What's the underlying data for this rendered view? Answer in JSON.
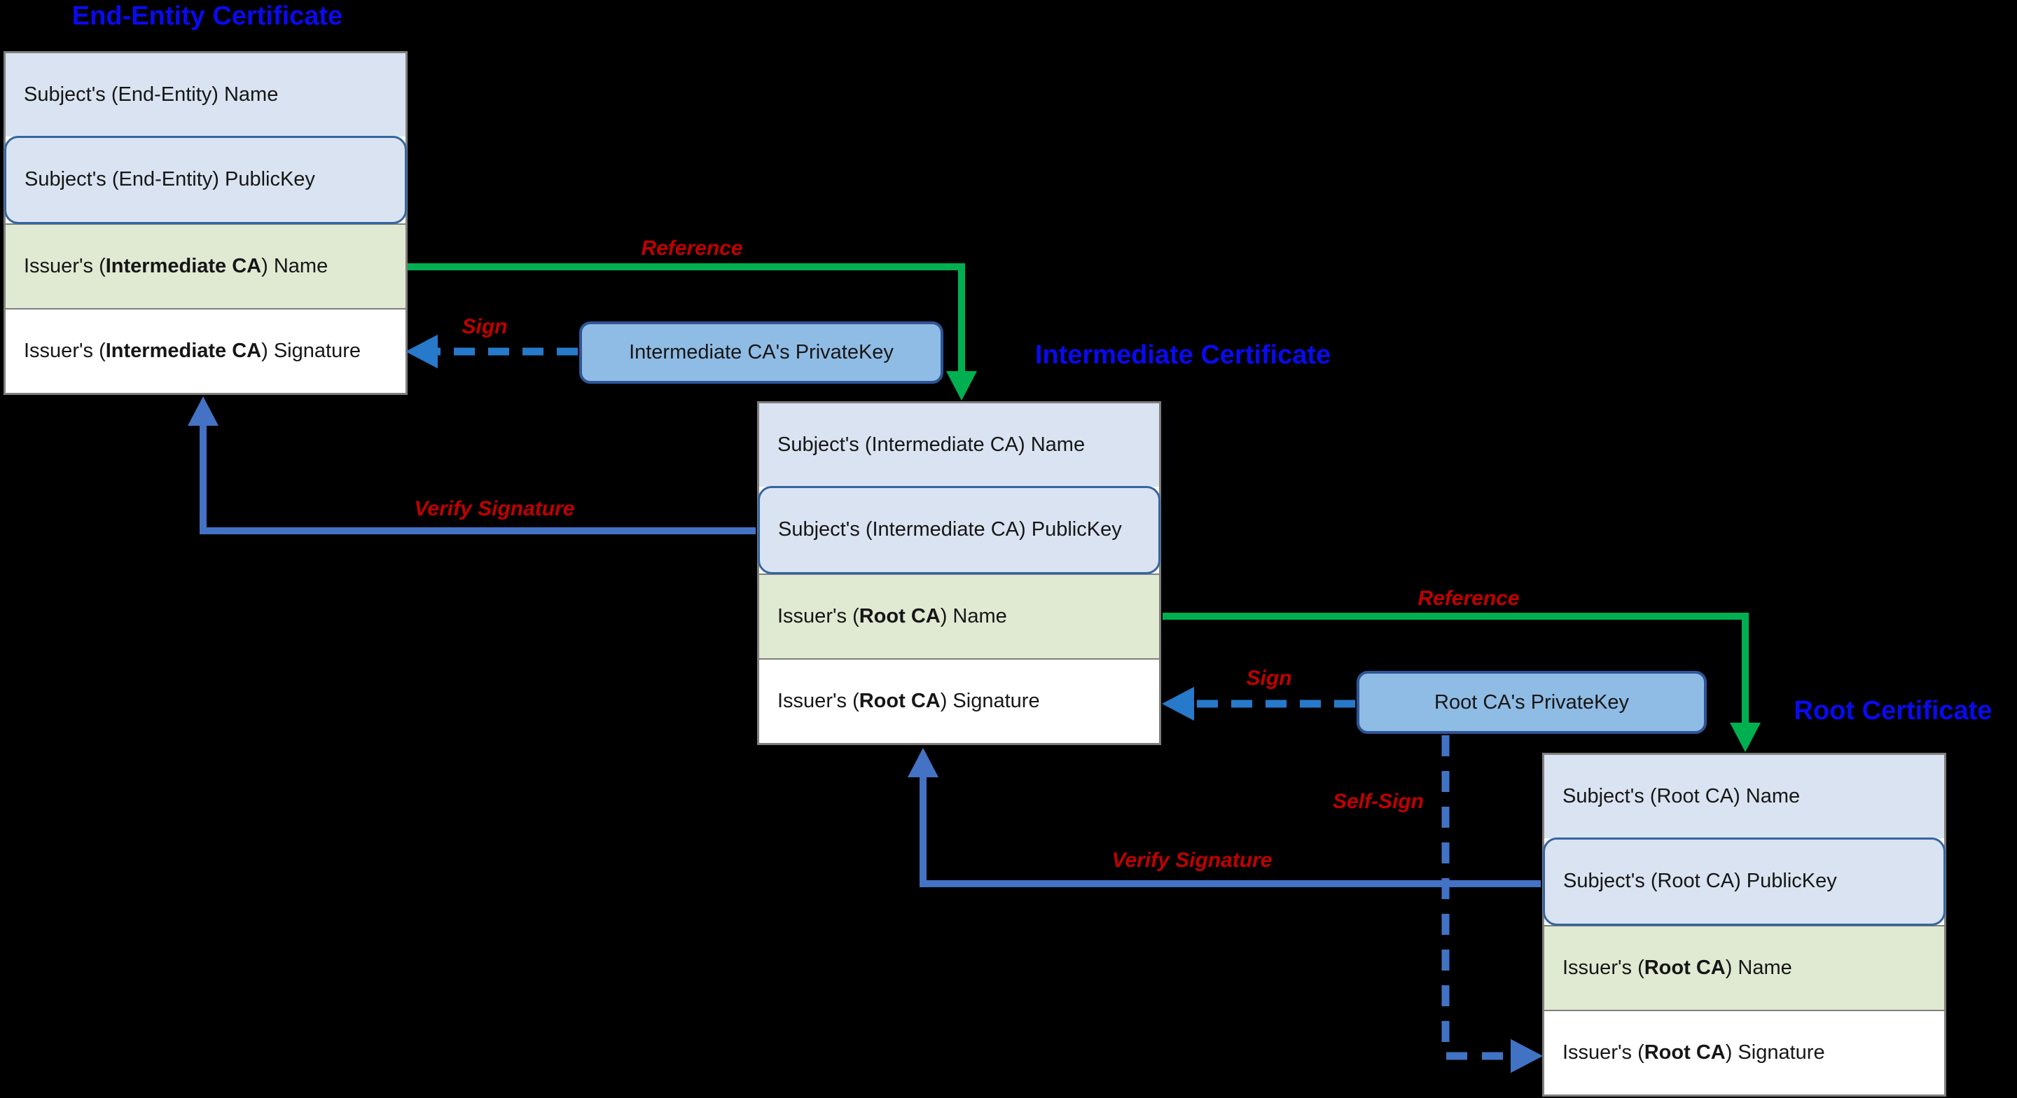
{
  "diagram": {
    "titles": {
      "end_entity": "End-Entity Certificate",
      "intermediate": "Intermediate Certificate",
      "root": "Root Certificate"
    },
    "certificates": [
      {
        "name": "end-entity-certificate",
        "rows": [
          {
            "prefix": "Subject's (End-Entity) Name",
            "bold": "",
            "suffix": ""
          },
          {
            "prefix": "Subject's (End-Entity) PublicKey",
            "bold": "",
            "suffix": ""
          },
          {
            "prefix": "Issuer's (",
            "bold": "Intermediate CA",
            "suffix": ") Name"
          },
          {
            "prefix": "Issuer's (",
            "bold": "Intermediate CA",
            "suffix": ") Signature"
          }
        ]
      },
      {
        "name": "intermediate-certificate",
        "rows": [
          {
            "prefix": "Subject's (Intermediate CA) Name",
            "bold": "",
            "suffix": ""
          },
          {
            "prefix": "Subject's (Intermediate CA) PublicKey",
            "bold": "",
            "suffix": ""
          },
          {
            "prefix": "Issuer's (",
            "bold": "Root CA",
            "suffix": ") Name"
          },
          {
            "prefix": "Issuer's (",
            "bold": "Root CA",
            "suffix": ") Signature"
          }
        ]
      },
      {
        "name": "root-certificate",
        "rows": [
          {
            "prefix": "Subject's (Root CA) Name",
            "bold": "",
            "suffix": ""
          },
          {
            "prefix": "Subject's (Root CA) PublicKey",
            "bold": "",
            "suffix": ""
          },
          {
            "prefix": "Issuer's (",
            "bold": "Root CA",
            "suffix": ") Name"
          },
          {
            "prefix": "Issuer's (",
            "bold": "Root CA",
            "suffix": ") Signature"
          }
        ]
      }
    ],
    "private_keys": [
      {
        "label": "Intermediate CA's PrivateKey"
      },
      {
        "label": "Root CA's PrivateKey"
      }
    ],
    "arrow_labels": {
      "reference1": "Reference",
      "reference2": "Reference",
      "sign1": "Sign",
      "sign2": "Sign",
      "verify1": "Verify Signature",
      "verify2": "Verify Signature",
      "self_sign": "Self-Sign"
    },
    "colors": {
      "title_blue": "#0a0af0",
      "label_red": "#c00000",
      "reference_arrow_green": "#00b050",
      "verify_arrow_blue": "#4472c4",
      "sign_arrow_blue": "#2779ca",
      "self_sign_arrow_blue": "#4173c4",
      "row_light_blue": "#dae3f1",
      "row_light_green": "#e0e9d2",
      "publickey_border_blue": "#3465a0",
      "privatekey_fill_blue": "#8fbce4",
      "privatekey_border_blue": "#2f5496"
    }
  }
}
